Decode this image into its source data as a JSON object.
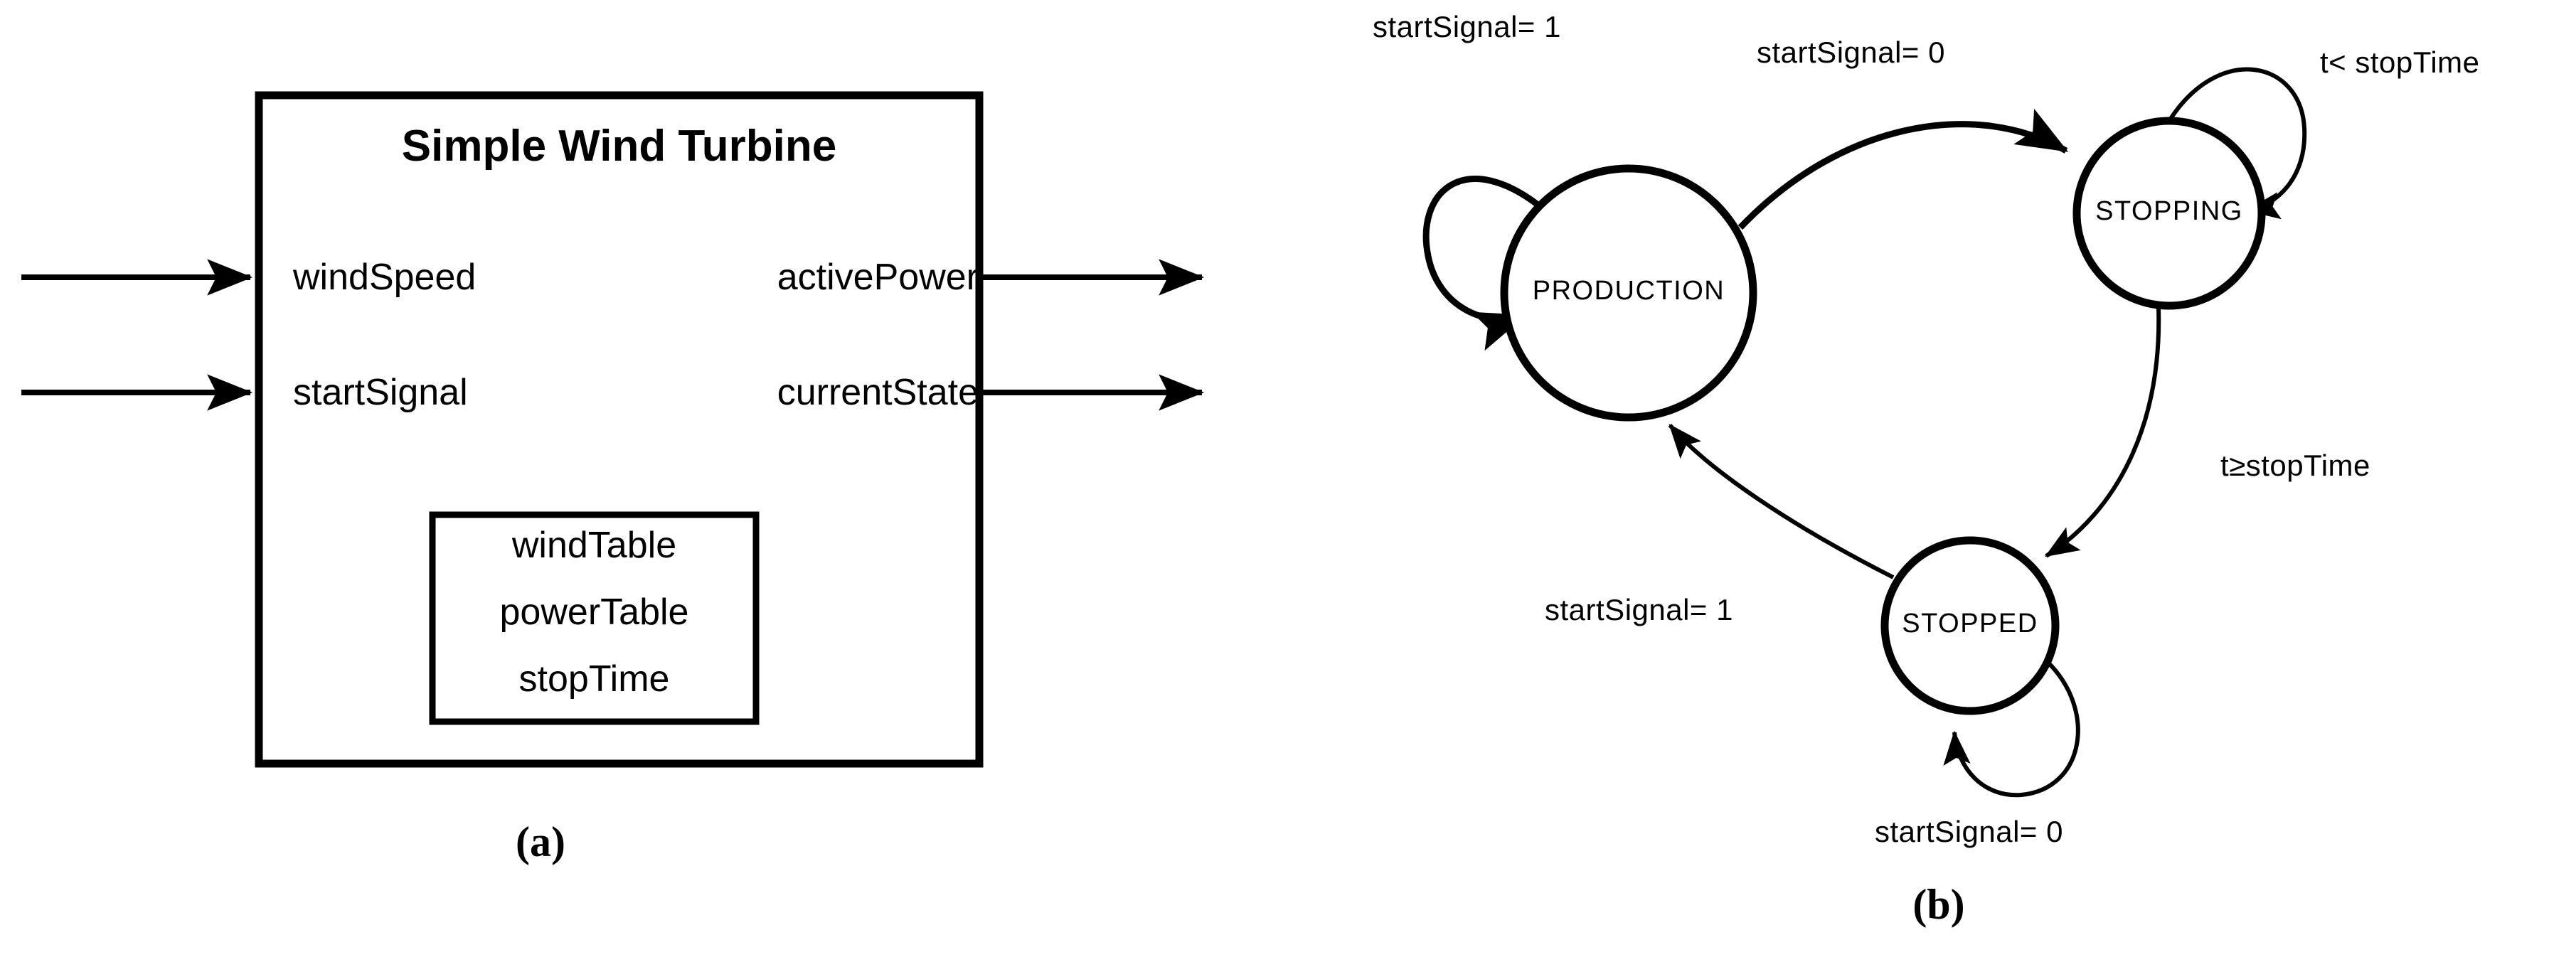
{
  "figure": {
    "panels": [
      {
        "id": "a",
        "caption": "(a)",
        "block": {
          "title": "Simple Wind Turbine",
          "inputs": [
            {
              "label": "windSpeed",
              "arrow": "input-arrow"
            },
            {
              "label": "startSignal",
              "arrow": "input-arrow"
            }
          ],
          "outputs": [
            {
              "label": "activePower",
              "arrow": "output-arrow"
            },
            {
              "label": "currentState",
              "arrow": "output-arrow"
            }
          ],
          "parameters": [
            "windTable",
            "powerTable",
            "stopTime"
          ]
        }
      },
      {
        "id": "b",
        "caption": "(b)",
        "state_machine": {
          "states": [
            {
              "id": "production",
              "label": "PRODUCTION"
            },
            {
              "id": "stopping",
              "label": "STOPPING"
            },
            {
              "id": "stopped",
              "label": "STOPPED"
            }
          ],
          "transitions": [
            {
              "from": "production",
              "to": "production",
              "guard": "startSignal= 1",
              "kind": "self-loop"
            },
            {
              "from": "production",
              "to": "stopping",
              "guard": "startSignal= 0",
              "kind": "arc"
            },
            {
              "from": "stopping",
              "to": "stopping",
              "guard": "t< stopTime",
              "kind": "self-loop"
            },
            {
              "from": "stopping",
              "to": "stopped",
              "guard": "t≥stopTime",
              "kind": "arc"
            },
            {
              "from": "stopped",
              "to": "production",
              "guard": "startSignal= 1",
              "kind": "arc"
            },
            {
              "from": "stopped",
              "to": "stopped",
              "guard": "startSignal= 0",
              "kind": "self-loop"
            }
          ]
        }
      }
    ]
  },
  "colors": {
    "stroke": "#000000",
    "background": "#ffffff",
    "text": "#000000"
  }
}
